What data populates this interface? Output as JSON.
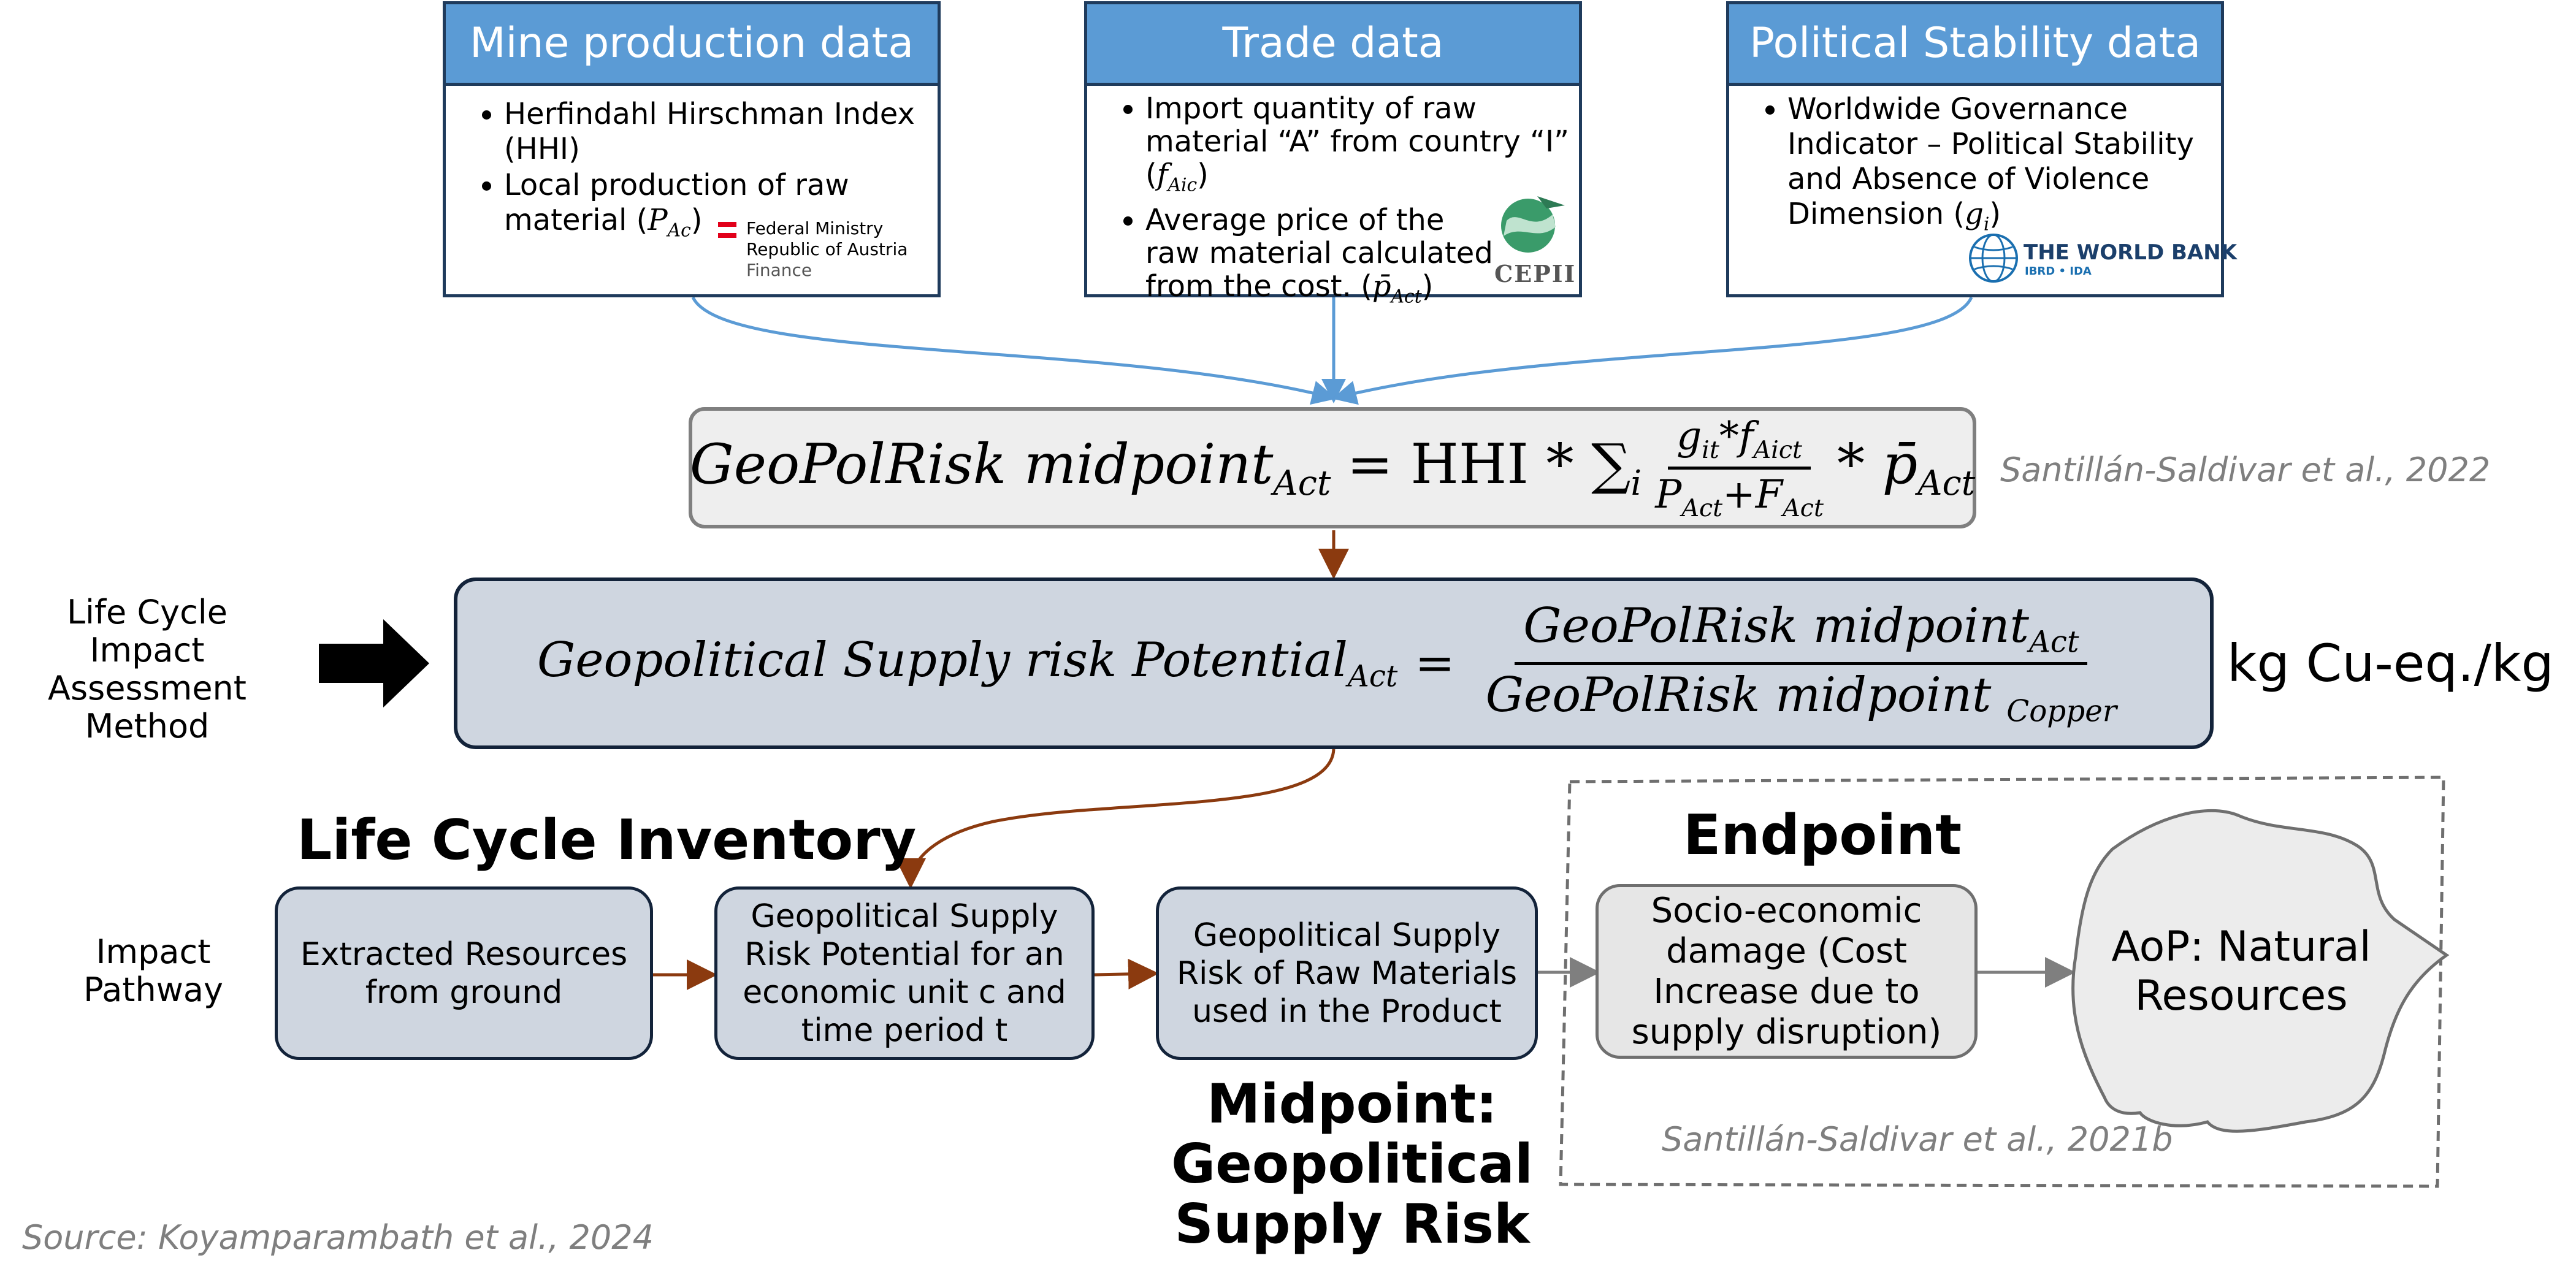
{
  "data_sources": [
    {
      "title": "Mine production data",
      "bullets": [
        {
          "text": "Herfindahl Hirschman Index (HHI)",
          "math": ""
        },
        {
          "text": "Local production of raw material (",
          "math": "P_Ac",
          "after": ")"
        }
      ],
      "logo": {
        "icon": "austria-flag-icon",
        "lines": [
          "Federal Ministry",
          "Republic of Austria",
          "Finance"
        ]
      }
    },
    {
      "title": "Trade data",
      "bullets": [
        {
          "text": "Import quantity of raw material “A” from country “I” (",
          "math": "f_Aic",
          "after": ")"
        },
        {
          "text": "Average price of the raw material calculated from the cost. (",
          "math": "p̄_Act",
          "after": ")"
        }
      ],
      "logo": {
        "icon": "cepii-globe-icon",
        "lines": [
          "CEPII"
        ]
      }
    },
    {
      "title": "Political Stability data",
      "bullets": [
        {
          "text": "Worldwide Governance Indicator – Political Stability and Absence of Violence Dimension (",
          "math": "g_i",
          "after": ")"
        }
      ],
      "logo": {
        "icon": "world-bank-globe-icon",
        "lines": [
          "THE WORLD BANK",
          "IBRD • IDA"
        ]
      }
    }
  ],
  "midpoint_formula": {
    "lhs": "GeoPolRisk midpoint",
    "lhs_sub": "Act",
    "rhs_prefix": "= HHI * ∑",
    "sum_sub": "i",
    "num": "g",
    "num_sub1": "it",
    "num_mid": "*f",
    "num_sub2": "Aict",
    "den": "P",
    "den_sub1": "Act",
    "den_mid": "+F",
    "den_sub2": "Act",
    "tail": "* p̄",
    "tail_sub": "Act",
    "citation": "Santillán-Saldivar et al., 2022"
  },
  "potential_formula": {
    "lhs": "Geopolitical Supply risk Potential",
    "lhs_sub": "Act",
    "eq": "=",
    "num": "GeoPolRisk midpoint",
    "num_sub": "Act",
    "den": "GeoPolRisk midpoint ",
    "den_sub": "Copper",
    "unit": "kg Cu-eq./kg"
  },
  "lcia_label": "Life Cycle Impact Assessment Method",
  "lci_heading": "Life Cycle Inventory",
  "impact_pathway_label": "Impact Pathway",
  "pathway_boxes": [
    "Extracted Resources from ground",
    "Geopolitical Supply Risk Potential for an economic unit c and time period t",
    "Geopolitical Supply Risk of Raw Materials used in the Product"
  ],
  "midpoint_heading": "Midpoint: Geopolitical Supply Risk",
  "endpoint": {
    "heading": "Endpoint",
    "damage_box": "Socio-economic damage (Cost Increase due to supply disruption)",
    "aop": "AoP: Natural Resources",
    "citation": "Santillán-Saldivar et al., 2021b"
  },
  "source": "Source: Koyamparambath et al., 2024",
  "colors": {
    "header_blue": "#5b9bd5",
    "connector_blue": "#5b9bd5",
    "connector_brown": "#8b3a0f",
    "box_fill": "#cfd6e0",
    "formula_fill": "#eeeeee",
    "citation_gray": "#7f7f7f"
  }
}
